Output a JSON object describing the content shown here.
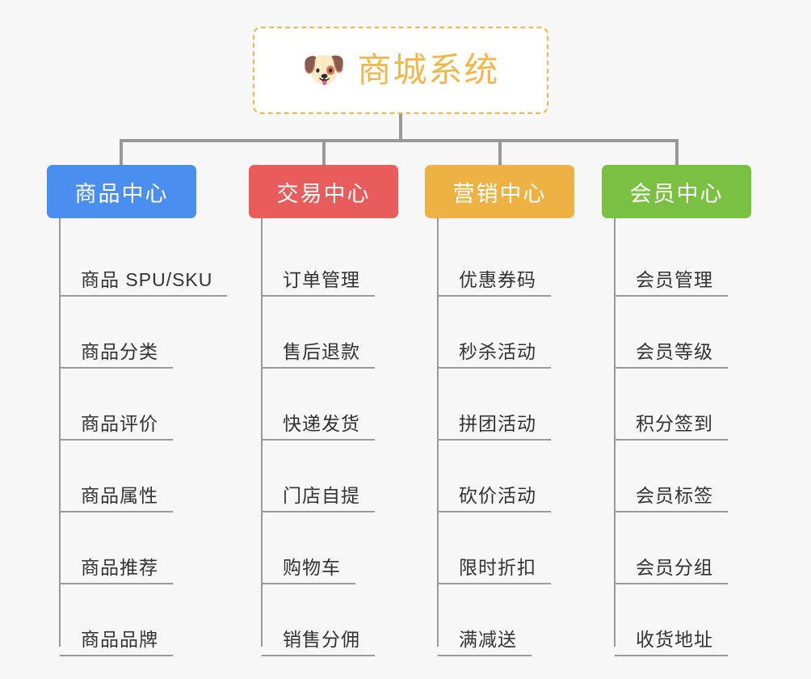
{
  "root": {
    "icon": "shiba-dog-emoji",
    "icon_glyph": "🐶",
    "title": "商城系统",
    "border_color": "#f0b84a",
    "text_color": "#f0b84a"
  },
  "canvas": {
    "background_color": "#f7f7f7",
    "connector_color": "#999999"
  },
  "categories": [
    {
      "label": "商品中心",
      "color": "#4a8ef0",
      "items": [
        {
          "label": "商品 SPU/SKU"
        },
        {
          "label": "商品分类"
        },
        {
          "label": "商品评价"
        },
        {
          "label": "商品属性"
        },
        {
          "label": "商品推荐"
        },
        {
          "label": "商品品牌"
        }
      ]
    },
    {
      "label": "交易中心",
      "color": "#e85c5c",
      "items": [
        {
          "label": "订单管理"
        },
        {
          "label": "售后退款"
        },
        {
          "label": "快递发货"
        },
        {
          "label": "门店自提"
        },
        {
          "label": "购物车"
        },
        {
          "label": "销售分佣"
        }
      ]
    },
    {
      "label": "营销中心",
      "color": "#eeb244",
      "items": [
        {
          "label": "优惠券码"
        },
        {
          "label": "秒杀活动"
        },
        {
          "label": "拼团活动"
        },
        {
          "label": "砍价活动"
        },
        {
          "label": "限时折扣"
        },
        {
          "label": "满减送"
        }
      ]
    },
    {
      "label": "会员中心",
      "color": "#7ac143",
      "items": [
        {
          "label": "会员管理"
        },
        {
          "label": "会员等级"
        },
        {
          "label": "积分签到"
        },
        {
          "label": "会员标签"
        },
        {
          "label": "会员分组"
        },
        {
          "label": "收货地址"
        }
      ]
    }
  ]
}
